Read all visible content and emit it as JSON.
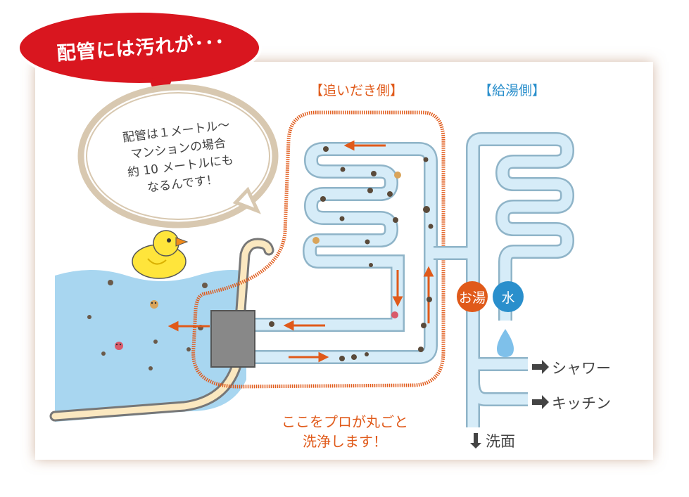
{
  "callout": {
    "title": "配管には汚れが･･･"
  },
  "note": {
    "lines": [
      "配管は１メートル〜",
      "マンションの場合",
      "約 10 メートルにも",
      "なるんです！"
    ]
  },
  "sections": {
    "oidaki": "【追いだき側】",
    "kyuto": "【給湯側】"
  },
  "badges": {
    "hot": "お湯",
    "cold": "水"
  },
  "outlets": {
    "shower": "シャワー",
    "kitchen": "キッチン",
    "sink": "洗面"
  },
  "caption": {
    "line1": "ここをプロが丸ごと",
    "line2": "洗浄します！"
  },
  "colors": {
    "accent_orange": "#e05a1a",
    "callout_red": "#d9161f",
    "water_blue": "#a8d6f0",
    "pipe_blue": "#d6ecf8",
    "kyuto_blue": "#2a8fcc",
    "bubble_tan": "#d8c8b0",
    "duck_yellow": "#ffe53b"
  },
  "icons": {
    "outlet_arrow": "right-arrow-icon",
    "sink_arrow": "down-arrow-icon"
  }
}
